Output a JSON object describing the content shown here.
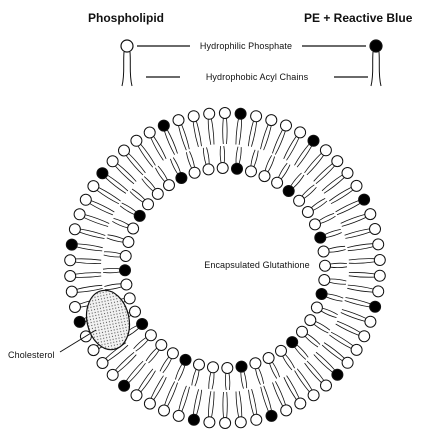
{
  "legend": {
    "left_title": "Phospholipid",
    "right_title": "PE + Reactive Blue",
    "head_label": "Hydrophilic Phosphate",
    "tail_label": "Hydrophobic Acyl Chains"
  },
  "center_label": "Encapsulated Glutathione",
  "cholesterol_label": "Cholesterol",
  "colors": {
    "line": "#111111",
    "open_head": "#ffffff",
    "reactive_blue_head": "#000000",
    "cholesterol_fill": "#d8d8d8"
  }
}
